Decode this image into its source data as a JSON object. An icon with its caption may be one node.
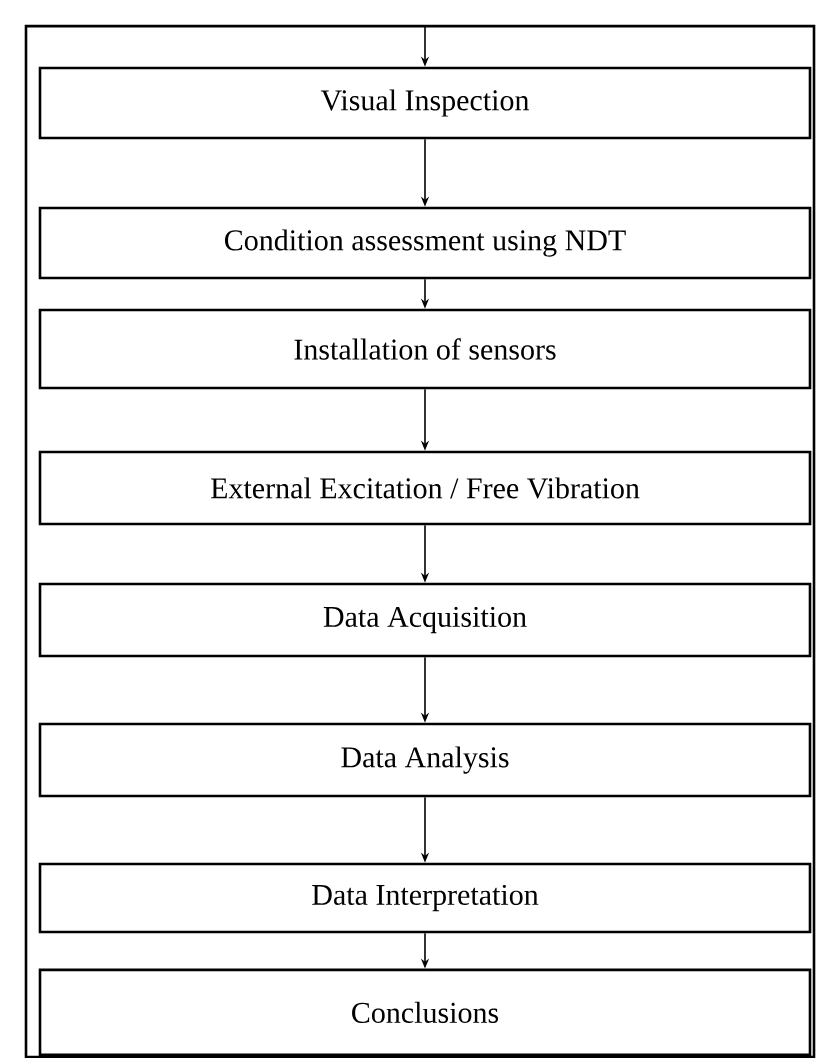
{
  "diagram": {
    "nodes": [
      {
        "text": [],
        "shape": "box"
      },
      {
        "text": [
          "Visual Inspection"
        ],
        "in": 0
      },
      {
        "text": [
          "Condition assessment using NDT"
        ],
        "in": 0
      },
      {
        "text": [
          "Installation of sensors"
        ],
        "in": 0
      },
      {
        "text": [
          "External Excitation / Free Vibration"
        ],
        "in": 0
      },
      {
        "text": [
          "Data Acquisition"
        ],
        "in": 0
      },
      {
        "text": [
          "Data Analysis"
        ],
        "in": 0
      },
      {
        "text": [
          "Data Interpretation"
        ],
        "in": 0
      },
      {
        "text": [
          "Conclusions"
        ],
        "in": 0
      }
    ],
    "edges": [
      {
        "from": null,
        "to": 1,
        "arrow": "to"
      },
      {
        "from": 1,
        "to": 2,
        "arrow": "to"
      },
      {
        "from": 2,
        "to": 3,
        "arrow": "to"
      },
      {
        "from": 3,
        "to": 4,
        "arrow": "to"
      },
      {
        "from": 4,
        "to": 5,
        "arrow": "to"
      },
      {
        "from": 5,
        "to": 6,
        "arrow": "to"
      },
      {
        "from": 6,
        "to": 7,
        "arrow": "to"
      },
      {
        "from": 7,
        "to": 8,
        "arrow": "to"
      }
    ]
  }
}
